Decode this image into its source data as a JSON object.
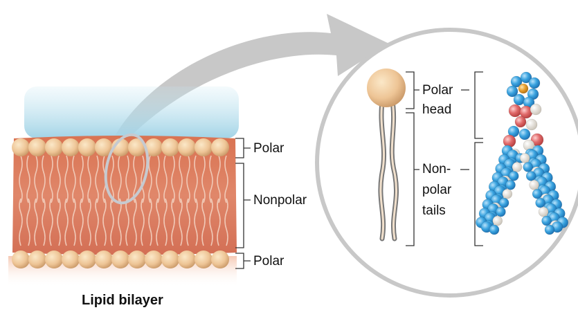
{
  "bilayer": {
    "labels": {
      "top_polar": "Polar",
      "middle_nonpolar": "Nonpolar",
      "bottom_polar": "Polar"
    },
    "caption": "Lipid bilayer"
  },
  "phospholipid": {
    "labels": {
      "head_line1": "Polar",
      "head_line2": "head",
      "tails_line1": "Non-",
      "tails_line2": "polar",
      "tails_line3": "tails"
    }
  },
  "colors": {
    "water": "#aad8ea",
    "head": "#efc89a",
    "tail_region": "#d9765a",
    "arrow": "#c8c8c8",
    "atom_blue": "#3aa3df",
    "atom_red": "#e06a6a"
  }
}
